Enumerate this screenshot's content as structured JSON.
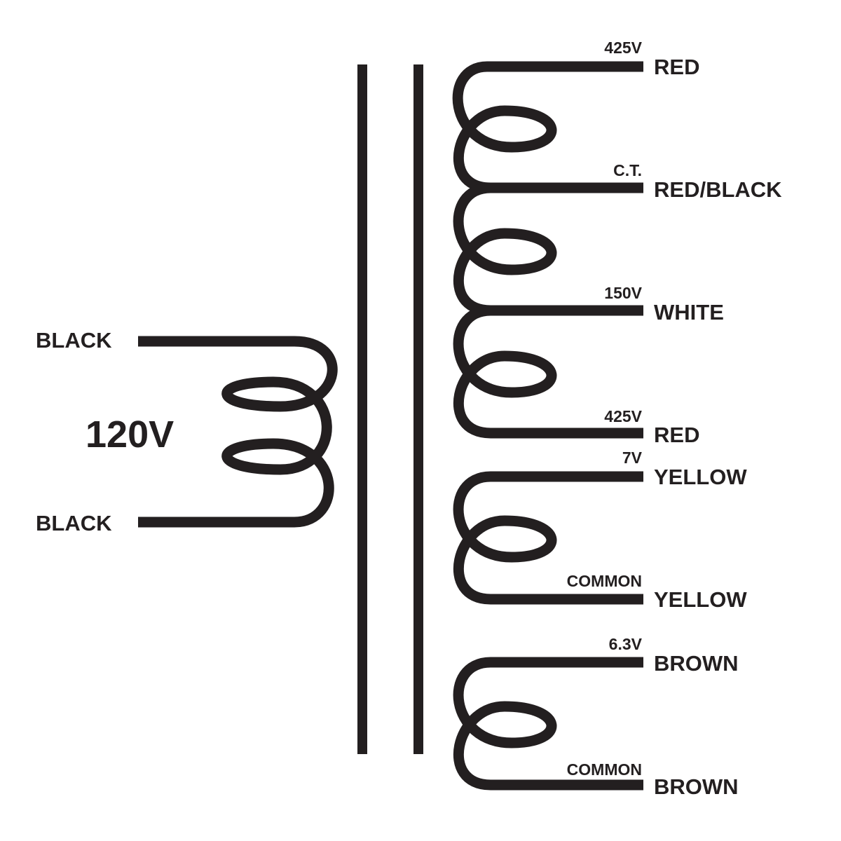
{
  "primary": {
    "voltage": "120V",
    "leads": [
      "BLACK",
      "BLACK"
    ]
  },
  "secondary": {
    "high_voltage": [
      {
        "value": "425V",
        "wire": "RED"
      },
      {
        "value": "C.T.",
        "wire": "RED/BLACK"
      },
      {
        "value": "150V",
        "wire": "WHITE"
      },
      {
        "value": "425V",
        "wire": "RED"
      }
    ],
    "heater_7v": [
      {
        "value": "7V",
        "wire": "YELLOW"
      },
      {
        "value": "COMMON",
        "wire": "YELLOW"
      }
    ],
    "heater_6v3": [
      {
        "value": "6.3V",
        "wire": "BROWN"
      },
      {
        "value": "COMMON",
        "wire": "BROWN"
      }
    ]
  },
  "colors": {
    "ink": "#231f20",
    "background": "#ffffff"
  }
}
